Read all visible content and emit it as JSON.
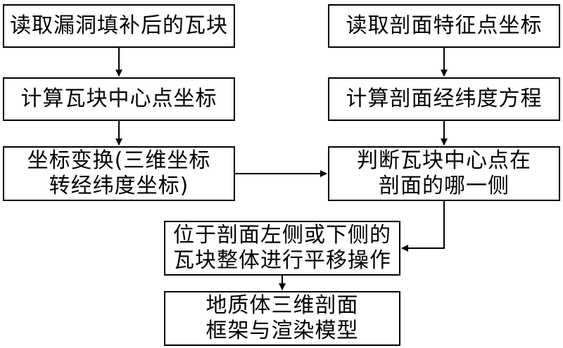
{
  "flowchart": {
    "left_column": {
      "step1": "读取漏洞填补后的瓦块",
      "step2": "计算瓦块中心点坐标",
      "step3": [
        "坐标变换(三维坐标",
        "转经纬度坐标)"
      ]
    },
    "right_column": {
      "step1": "读取剖面特征点坐标",
      "step2": "计算剖面经纬度方程",
      "step3": [
        "判断瓦块中心点在",
        "剖面的哪一侧"
      ]
    },
    "bottom": {
      "step1": [
        "位于剖面左侧或下侧的",
        "瓦块整体进行平移操作"
      ],
      "step2": [
        "地质体三维剖面",
        "框架与渲染模型"
      ]
    }
  }
}
